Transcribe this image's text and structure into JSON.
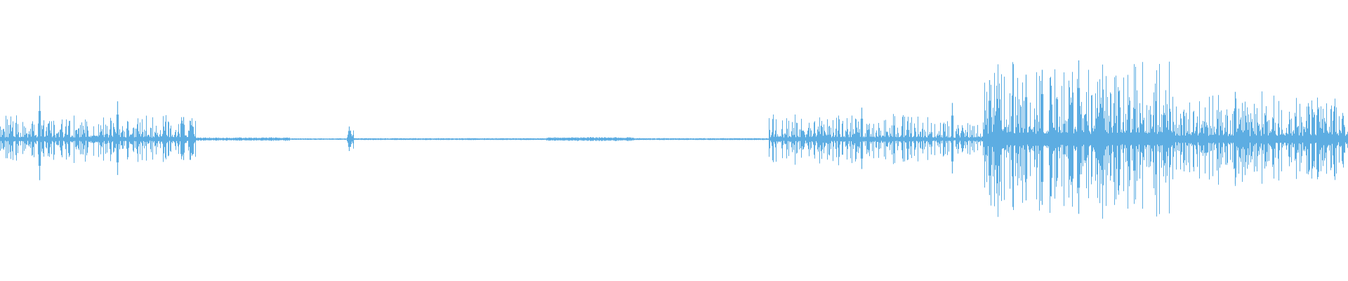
{
  "waveform": {
    "color": "#5dade2",
    "background": "#ffffff",
    "segments": [
      {
        "from": 0.0,
        "to": 0.145,
        "level": 0.28,
        "spikiness": "high"
      },
      {
        "from": 0.145,
        "to": 0.215,
        "level": 0.015,
        "spikiness": "low"
      },
      {
        "from": 0.257,
        "to": 0.262,
        "level": 0.14,
        "spikiness": "high"
      },
      {
        "from": 0.262,
        "to": 0.405,
        "level": 0.006,
        "spikiness": "low"
      },
      {
        "from": 0.405,
        "to": 0.47,
        "level": 0.018,
        "spikiness": "low"
      },
      {
        "from": 0.47,
        "to": 0.57,
        "level": 0.006,
        "spikiness": "low"
      },
      {
        "from": 0.57,
        "to": 0.69,
        "level": 0.3,
        "spikiness": "high"
      },
      {
        "from": 0.69,
        "to": 0.73,
        "level": 0.22,
        "spikiness": "high"
      },
      {
        "from": 0.73,
        "to": 0.87,
        "level": 0.95,
        "spikiness": "high"
      },
      {
        "from": 0.87,
        "to": 1.0,
        "level": 0.55,
        "spikiness": "high"
      }
    ],
    "peaks": [
      {
        "at": 0.029,
        "level": 0.55,
        "dir": "both"
      },
      {
        "at": 0.087,
        "level": 0.48,
        "dir": "both"
      },
      {
        "at": 0.136,
        "level": 0.28,
        "dir": "both"
      },
      {
        "at": 0.259,
        "level": 0.16,
        "dir": "both"
      },
      {
        "at": 0.639,
        "level": 0.4,
        "dir": "both"
      },
      {
        "at": 0.706,
        "level": 0.46,
        "dir": "both"
      },
      {
        "at": 0.734,
        "level": 0.75,
        "dir": "both"
      },
      {
        "at": 0.761,
        "level": 0.82,
        "dir": "both"
      },
      {
        "at": 0.773,
        "level": 0.88,
        "dir": "both"
      },
      {
        "at": 0.8,
        "level": 1.0,
        "dir": "both"
      },
      {
        "at": 0.83,
        "level": 0.62,
        "dir": "both"
      },
      {
        "at": 0.916,
        "level": 0.6,
        "dir": "both"
      }
    ]
  }
}
